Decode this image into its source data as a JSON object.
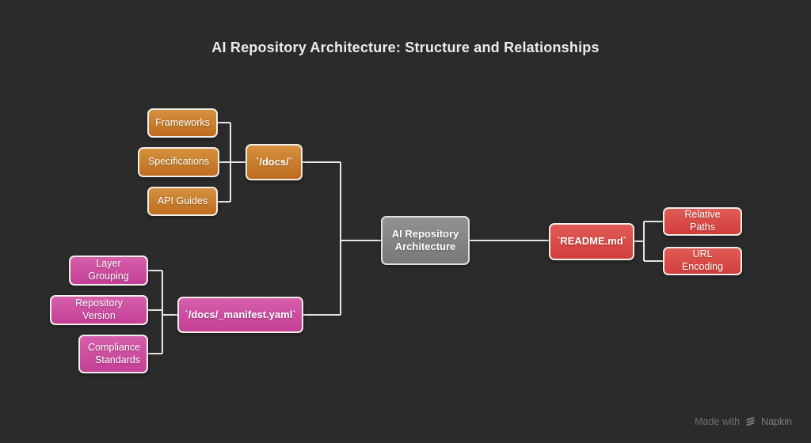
{
  "title": "AI Repository Architecture: Structure and Relationships",
  "colors": {
    "background": "#2b2b2b",
    "connector": "#e8e5e0",
    "node_border": "#f1eee8",
    "orange": "#c77d2c",
    "pink": "#cc4d9f",
    "red": "#d94a46",
    "gray": "#848484",
    "title_text": "#ececec",
    "watermark_text": "#717171"
  },
  "nodes": {
    "frameworks": {
      "label": "Frameworks"
    },
    "specifications": {
      "label": "Specifications"
    },
    "api_guides": {
      "label": "API Guides"
    },
    "docs": {
      "label": "`/docs/`"
    },
    "layer_grouping": {
      "label": "Layer Grouping"
    },
    "repository_version": {
      "label": "Repository Version"
    },
    "compliance_standards": {
      "label": "Compliance Standards"
    },
    "manifest": {
      "label": "`/docs/_manifest.yaml`"
    },
    "center": {
      "label": "AI Repository Architecture"
    },
    "readme": {
      "label": "`README.md`"
    },
    "relative_paths": {
      "label": "Relative Paths"
    },
    "url_encoding": {
      "label": "URL Encoding"
    }
  },
  "watermark": {
    "prefix": "Made with",
    "brand": "Napkin",
    "logo": "napkin-logo"
  }
}
